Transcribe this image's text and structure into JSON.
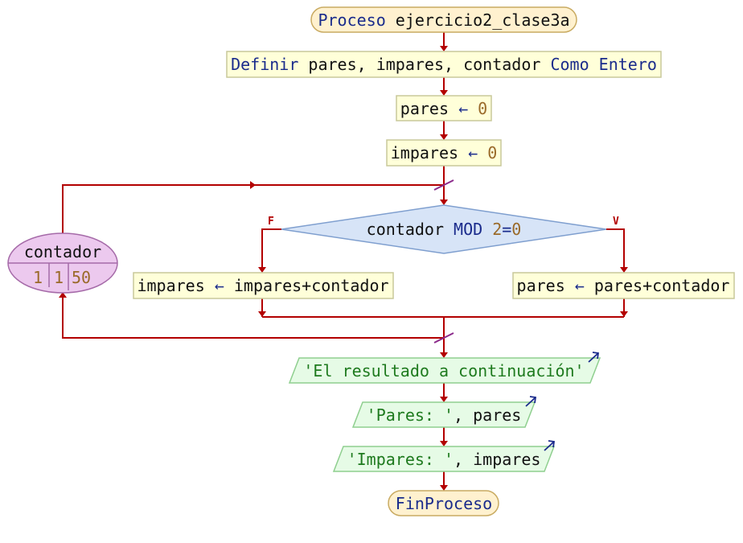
{
  "process_start": {
    "keyword": "Proceso",
    "name": "ejercicio2_clase3a"
  },
  "define": {
    "keyword": "Definir",
    "vars": "pares, impares, contador",
    "como": "Como",
    "type": "Entero"
  },
  "assign_pares": {
    "var": "pares",
    "arrow": "←",
    "value": "0"
  },
  "assign_impares": {
    "var": "impares",
    "arrow": "←",
    "value": "0"
  },
  "decision": {
    "var": "contador",
    "op": "MOD",
    "divisor": "2",
    "eq": "=",
    "value": "0",
    "false_label": "F",
    "true_label": "V"
  },
  "branch_false": {
    "var": "impares",
    "arrow": "←",
    "expr": "impares+contador"
  },
  "branch_true": {
    "var": "pares",
    "arrow": "←",
    "expr": "pares+contador"
  },
  "loop": {
    "var": "contador",
    "start": "1",
    "step": "1",
    "end": "50"
  },
  "output1": {
    "text": "'El resultado a continuación'"
  },
  "output2": {
    "str": "'Pares: '",
    "sep": ",",
    "var": "pares"
  },
  "output3": {
    "str": "'Impares: '",
    "sep": ",",
    "var": "impares"
  },
  "process_end": {
    "keyword": "FinProceso"
  },
  "colors": {
    "line": "#b30000",
    "keyword": "#1a2b8c",
    "number": "#9a6a2a",
    "string": "#1e7a1e"
  }
}
